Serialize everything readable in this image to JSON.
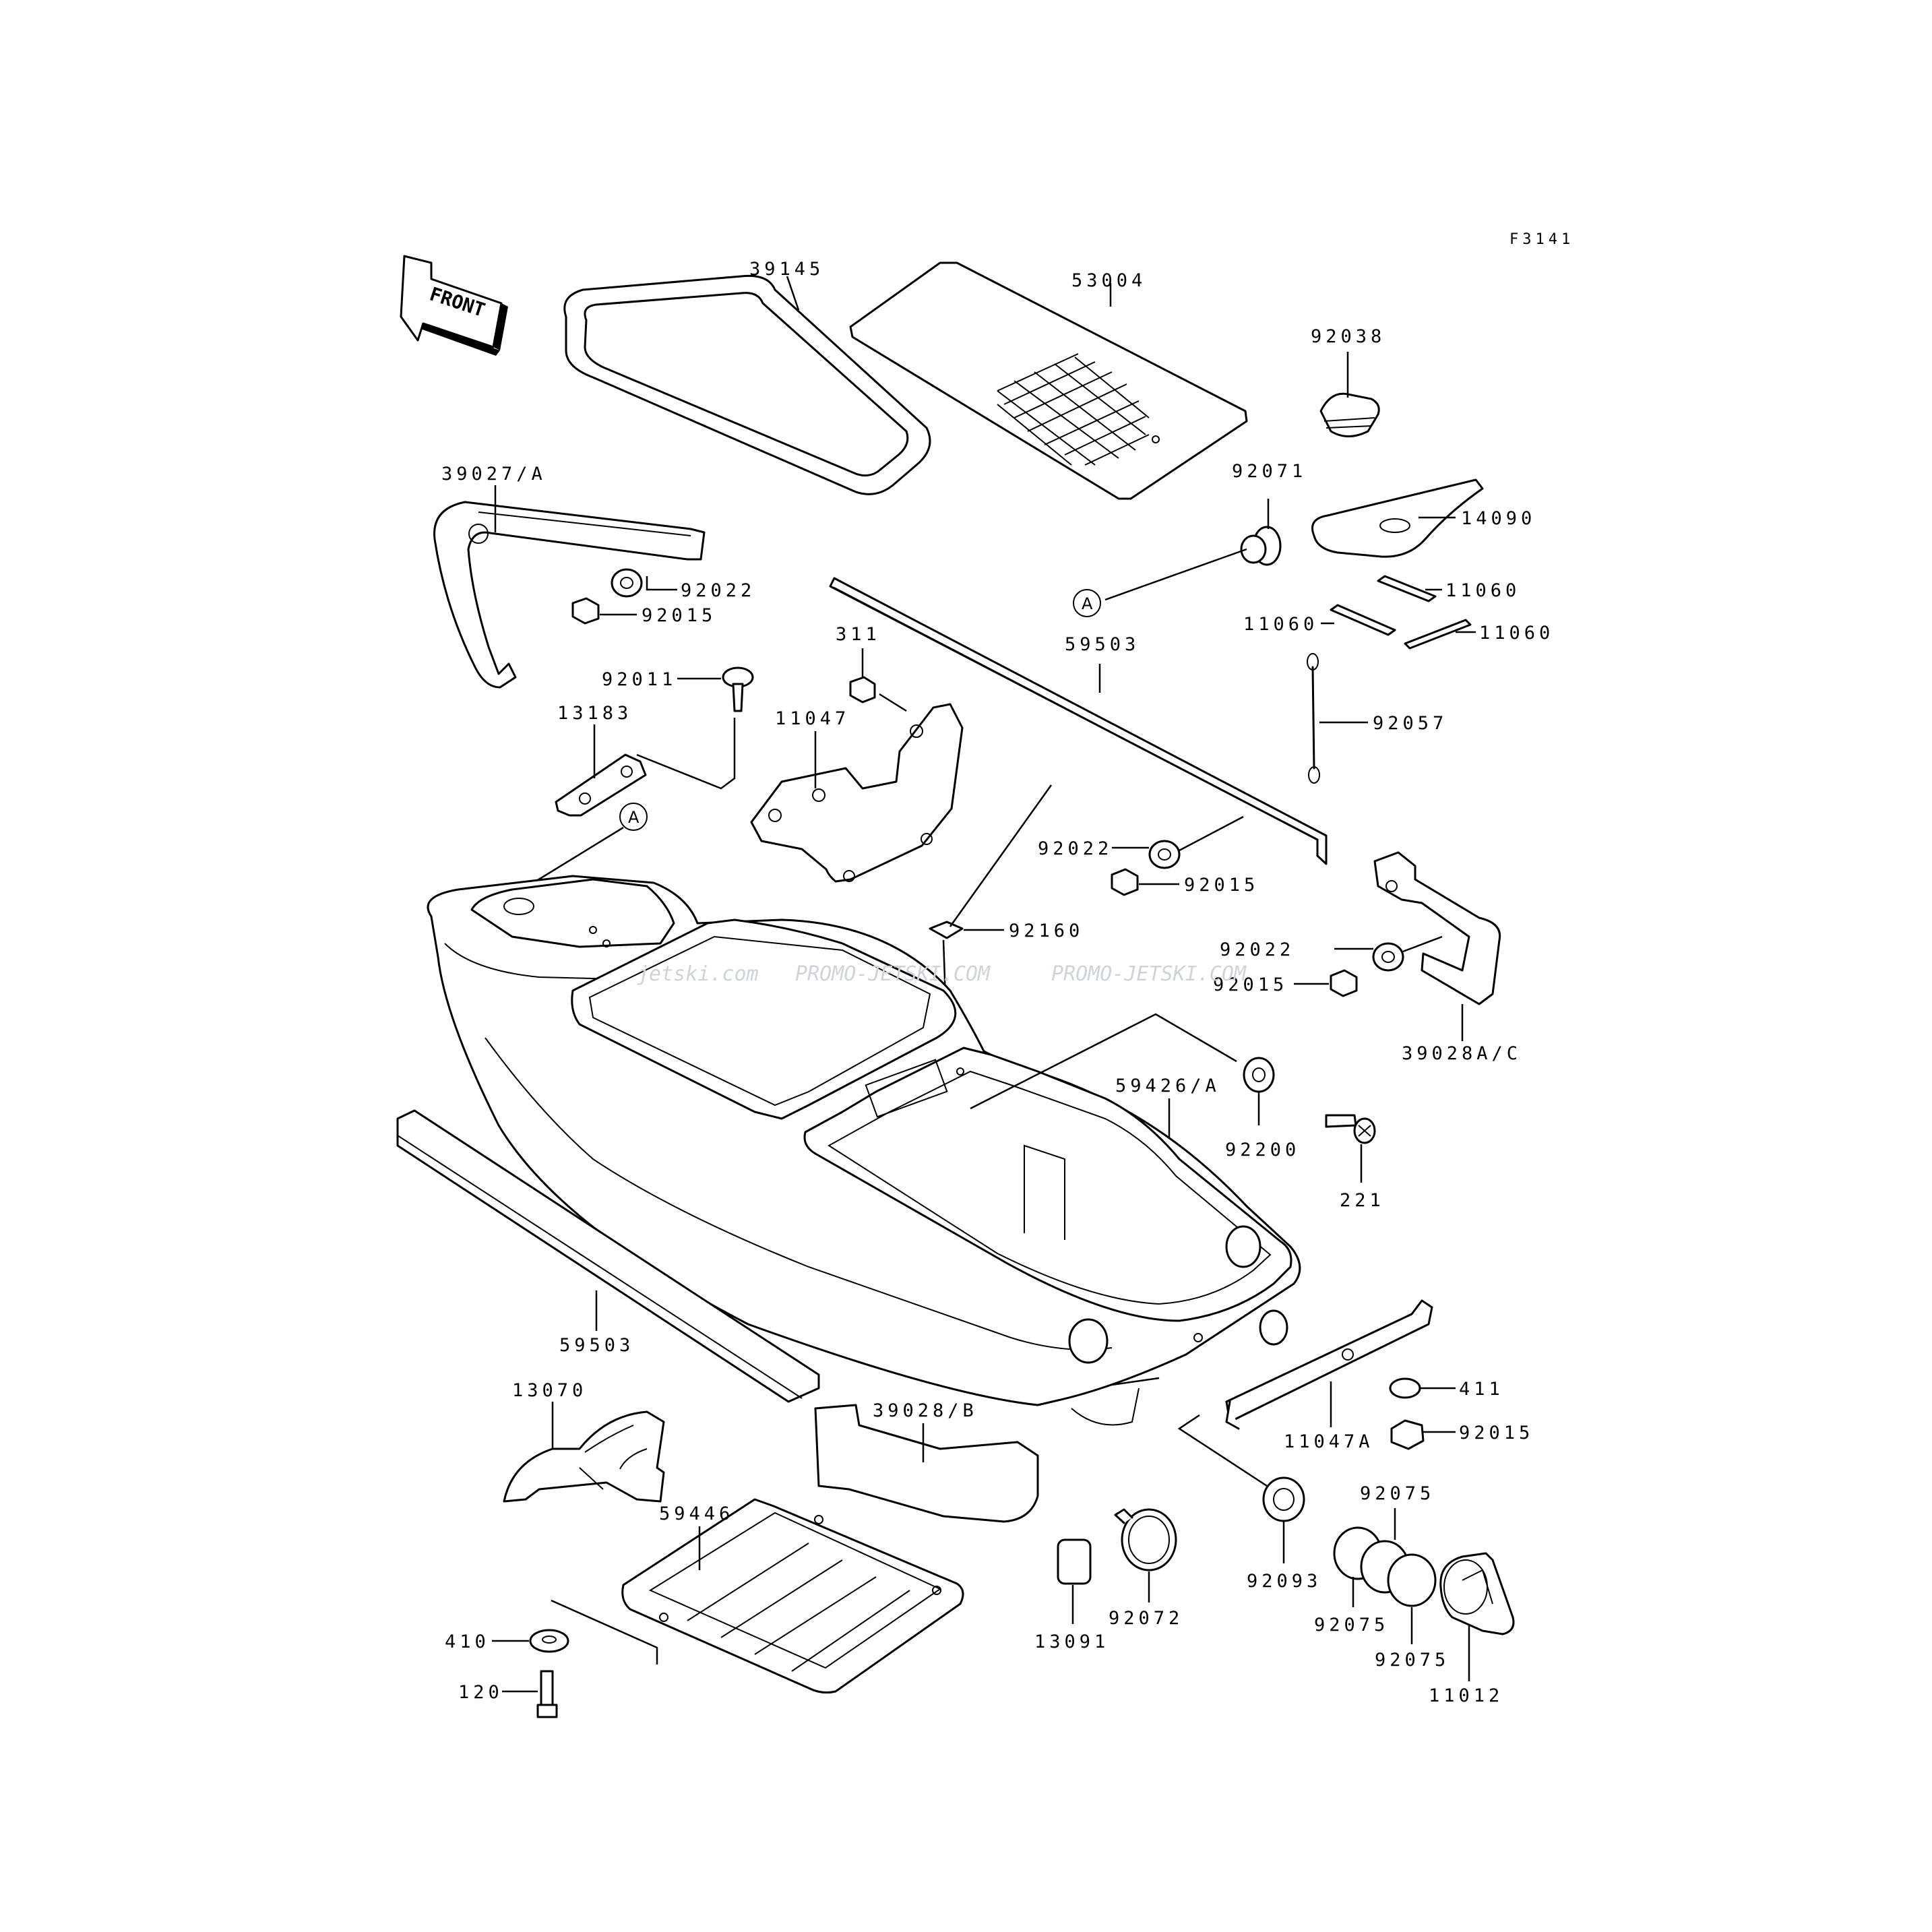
{
  "figure_code": "F3141",
  "front_label": "FRONT",
  "watermark": {
    "left": "jetski.com",
    "middle": "PROMO-JETSKI.COM",
    "right": "PROMO-JETSKI.COM"
  },
  "callouts": {
    "a_ref_1": "A",
    "a_ref_2": "A"
  },
  "parts": {
    "p39145": "39145",
    "p53004": "53004",
    "p92038": "92038",
    "p39027a": "39027/A",
    "p92071": "92071",
    "p14090": "14090",
    "p92022_1": "92022",
    "p92015_1": "92015",
    "p11060_1": "11060",
    "p11060_2": "11060",
    "p11060_3": "11060",
    "p311": "311",
    "p59503_1": "59503",
    "p92011": "92011",
    "p11047": "11047",
    "p92057": "92057",
    "p13183": "13183",
    "p92022_2": "92022",
    "p92015_2": "92015",
    "p92160": "92160",
    "p92022_3": "92022",
    "p92015_3": "92015",
    "p39028ac": "39028A/C",
    "p59426a": "59426/A",
    "p92200": "92200",
    "p221": "221",
    "p59503_2": "59503",
    "p411": "411",
    "p13070": "13070",
    "p39028b": "39028/B",
    "p11047a": "11047A",
    "p92015_4": "92015",
    "p92075_1": "92075",
    "p59446": "59446",
    "p92093": "92093",
    "p92072": "92072",
    "p92075_2": "92075",
    "p410": "410",
    "p13091": "13091",
    "p92075_3": "92075",
    "p120": "120",
    "p11012": "11012"
  }
}
